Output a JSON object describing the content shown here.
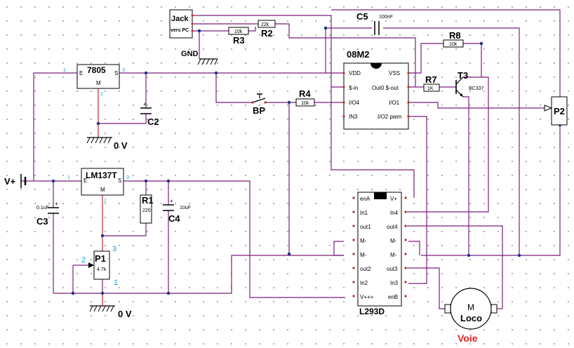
{
  "components": {
    "jack": {
      "name": "Jack",
      "sub": "vers PC"
    },
    "gnd_top": "GND",
    "r2": {
      "name": "R2",
      "value": "22k"
    },
    "r3": {
      "name": "R3",
      "value": "10k"
    },
    "c5": {
      "name": "C5",
      "value": "100nF"
    },
    "r8": {
      "name": "R8",
      "value": "10k"
    },
    "mcu": {
      "name": "08M2",
      "pins_left": [
        "VDD",
        "$-in",
        "I/O4",
        "IN3"
      ],
      "pins_right": [
        "VSS",
        "Out0 $-out",
        "I/O1",
        "I/O2 pwm"
      ]
    },
    "reg7805": {
      "name": "7805",
      "e": "E",
      "s": "S",
      "m": "M",
      "pin1": "1",
      "pin2": "2",
      "pin3": "3"
    },
    "c2": {
      "name": "C2"
    },
    "gnd1": "0 V",
    "bp": {
      "name": "BP"
    },
    "r4": {
      "name": "R4",
      "value": "10k"
    },
    "r7": {
      "name": "R7",
      "value": "1K"
    },
    "t3": {
      "name": "T3",
      "value": "BC337"
    },
    "p2": {
      "name": "P2"
    },
    "vplus": "V+",
    "lm137": {
      "name": "LM137T",
      "e": "E",
      "s": "S",
      "m": "M",
      "pin1": "1",
      "pin2": "2",
      "pin3": "3"
    },
    "r1": {
      "name": "R1",
      "value": "220"
    },
    "c3": {
      "name": "C3",
      "value": "0.1uF"
    },
    "c4": {
      "name": "C4",
      "value": "10uF"
    },
    "p1": {
      "name": "P1",
      "value": "4.7k",
      "pin1": "1",
      "pin2": "2",
      "pin3": "3"
    },
    "gnd2": "0 V",
    "l293": {
      "name": "L293D",
      "pins_left": [
        "enA",
        "In1",
        "out1",
        "M-",
        "M-",
        "out2",
        "In2",
        "V+++"
      ],
      "pins_right": [
        "V+",
        "In4",
        "out4",
        "M-",
        "M-",
        "out3",
        "In3",
        "enB"
      ]
    },
    "motor": {
      "m": "M",
      "name": "Loco"
    },
    "voie": "Voie"
  }
}
